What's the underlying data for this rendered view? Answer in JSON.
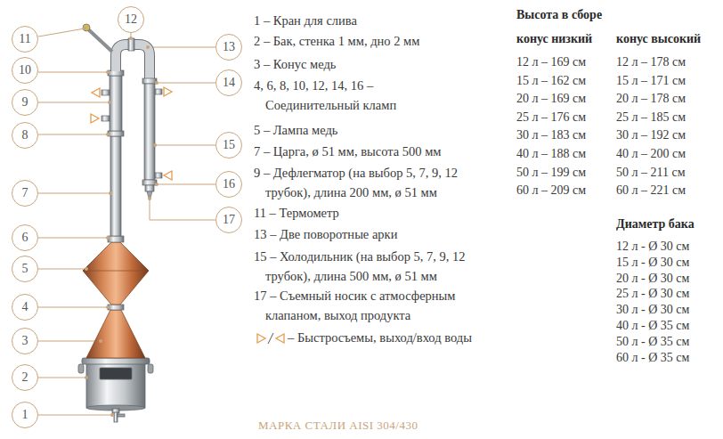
{
  "diagram": {
    "nodes": [
      {
        "text": [
          "1"
        ]
      },
      {
        "text": [
          "2"
        ]
      },
      {
        "text": [
          "3"
        ]
      },
      {
        "text": [
          "4"
        ]
      },
      {
        "text": [
          "5"
        ]
      },
      {
        "text": [
          "6"
        ]
      },
      {
        "text": [
          "7"
        ]
      },
      {
        "text": [
          "8"
        ]
      },
      {
        "text": [
          "9"
        ]
      },
      {
        "text": [
          "10"
        ]
      },
      {
        "text": [
          "11"
        ]
      },
      {
        "text": [
          "12"
        ]
      },
      {
        "text": [
          "13"
        ]
      },
      {
        "text": [
          "14"
        ]
      },
      {
        "text": [
          "15"
        ]
      },
      {
        "text": [
          "16"
        ]
      },
      {
        "text": [
          "17"
        ]
      }
    ],
    "labels": [
      "1 – Кран для слива",
      "2 – Бак, стенка 1 мм, дно 2 мм",
      "3 – Конус медь",
      "4, 6, 8, 10, 12, 14, 16 – Соединительный кламп",
      "5 – Лампа медь",
      "7 – Царга, ø 51 мм, высота 500 мм",
      "9 – Дефлегматор (на выбор 5, 7, 9, 12 трубок), длина 200 мм, ø 51 мм",
      "11 – Термометр",
      "13 – Две поворотные арки",
      "15 – Холодильник (на выбор 5, 7, 9, 12 трубок), длина 500 мм, ø 51 мм",
      "17 – Съемный носик с атмосферным клапаном, выход продукта",
      "Высота в сборе",
      "конус низкий",
      "конус высокий",
      "12 л – 169 см",
      "15 л – 162 см",
      "20 л – 169 см",
      "25 л – 176 см",
      "30 л – 183 см",
      "40 л – 188 см",
      "50 л – 199 см",
      "60 л – 209 см",
      "12 л – 178 см",
      "15 л – 171 см",
      "20 л – 178 см",
      "25 л – 185 см",
      "30 л – 192 см",
      "40 л – 200 см",
      "50 л – 211 см",
      "60 л – 221 см",
      "Диаметр бака",
      "12 л - Ø 30 см",
      "15 л - Ø 30 см",
      "20 л - Ø 30 см",
      "25 л - Ø 30 см",
      "30 л - Ø 30 см",
      "40 л - Ø 35 см",
      "50 л - Ø 35 см",
      "60 л - Ø 35 см",
      "МАРКА СТАЛИ AISI 304/430"
    ],
    "legend": [
      {
        "text": "– Быстросъемы, выход/вход воды"
      }
    ]
  }
}
